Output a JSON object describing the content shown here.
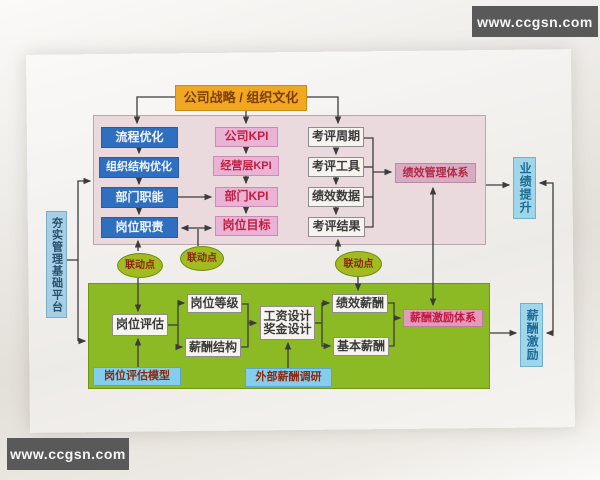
{
  "watermark_top": "www.ccgsn.com",
  "watermark_bottom": "www.ccgsn.com",
  "nodes": {
    "strategy": "公司战略 / 组织文化",
    "platform": "夯实管理基础平台",
    "process_opt": "流程优化",
    "org_opt": "组织结构优化",
    "dept_func": "部门职能",
    "job_duty": "岗位职责",
    "company_kpi": "公司KPI",
    "mgmt_kpi": "经营层KPI",
    "dept_kpi": "部门KPI",
    "job_target": "岗位目标",
    "review_cycle": "考评周期",
    "review_tool": "考评工具",
    "perf_data": "绩效数据",
    "review_result": "考评结果",
    "perf_system": "绩效管理体系",
    "perf_up": "业绩提升",
    "linkage1": "联动点",
    "linkage2": "联动点",
    "linkage3": "联动点",
    "job_eval": "岗位评估",
    "job_grade": "岗位等级",
    "salary_structure": "薪酬结构",
    "wage_design": "工资设计",
    "bonus_design": "奖金设计",
    "perf_pay": "绩效薪酬",
    "base_pay": "基本薪酬",
    "incentive_system": "薪酬激励体系",
    "eval_model": "岗位评估模型",
    "ext_survey": "外部薪酬调研",
    "pay_incentive": "薪酬激励"
  },
  "colors": {
    "strategy_orange": "#f0a822",
    "node_blue": "#2e6fc0",
    "node_pink": "#eab2d4",
    "node_white": "#f7f4ef",
    "container_pink": "#eadadd",
    "container_green": "#8cba25",
    "oval_green": "#a2bc20",
    "system_mauve": "#d9abc0",
    "incentive_rose": "#e29bbd",
    "node_lightblue": "#85cdec",
    "side_cyan": "#9fd6e9",
    "red_text": "#c02040",
    "line": "#3c3c3c",
    "watermark_bg": "#595959"
  }
}
